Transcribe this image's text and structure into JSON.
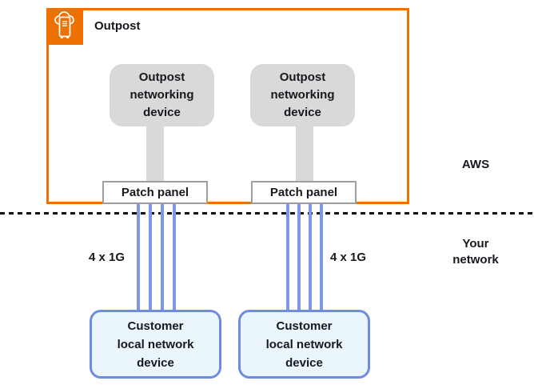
{
  "outpost": {
    "label": "Outpost",
    "icon": "aws-outposts-icon"
  },
  "columns": [
    {
      "device": "Outpost\nnetworking\ndevice",
      "patch_panel": "Patch panel",
      "cable_label": "4 x 1G",
      "cable_count": 4,
      "customer": "Customer\nlocal network\ndevice"
    },
    {
      "device": "Outpost\nnetworking\ndevice",
      "patch_panel": "Patch panel",
      "cable_label": "4 x 1G",
      "cable_count": 4,
      "customer": "Customer\nlocal network\ndevice"
    }
  ],
  "regions": {
    "aws": "AWS",
    "your_network": "Your\nnetwork"
  },
  "colors": {
    "outpost_orange": "#ed7100",
    "device_gray": "#d9d9d9",
    "panel_border_gray": "#9e9e9e",
    "cable_blue": "#7c96e8",
    "customer_border_blue": "#6e8ce0",
    "customer_fill_blue": "#ebf6fc",
    "boundary_black": "#111111",
    "text": "#16191f"
  }
}
